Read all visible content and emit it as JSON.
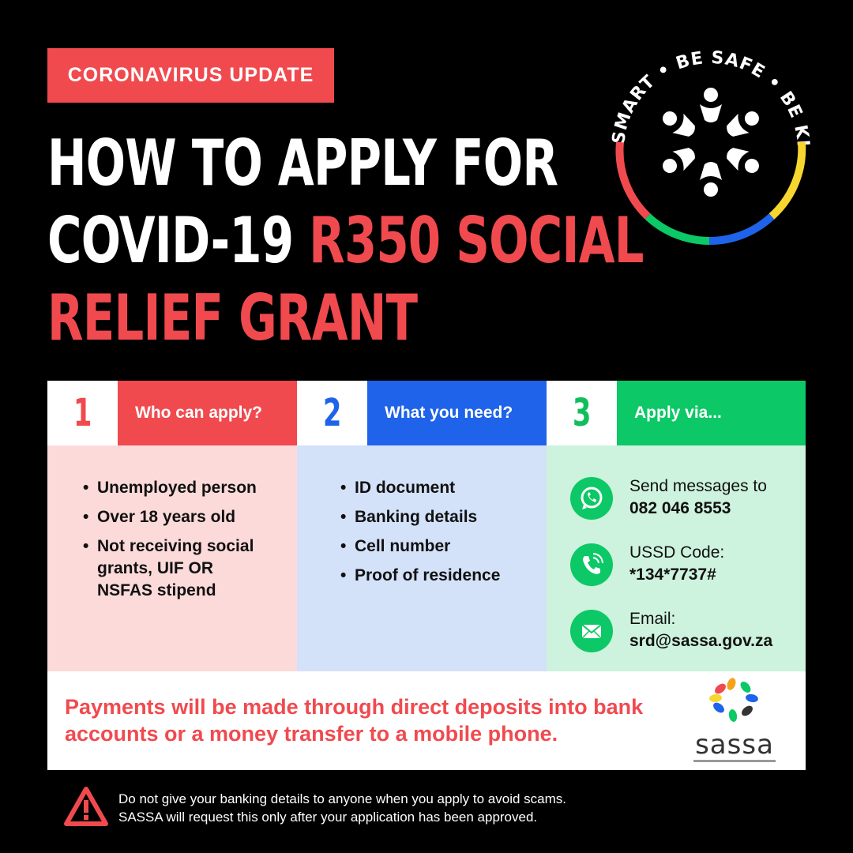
{
  "header": {
    "tag": "CORONAVIRUS UPDATE",
    "title_line1": "HOW TO APPLY FOR",
    "title_line2_white": "COVID-19 ",
    "title_line2_red": "R350 SOCIAL",
    "title_line3": "RELIEF GRANT"
  },
  "badge": {
    "ring_text": "BE SMART • BE SAFE • BE KIND"
  },
  "steps": [
    {
      "number": "1",
      "title": "Who can apply?",
      "items": [
        "Unemployed person",
        "Over 18 years old",
        "Not receiving social grants, UIF OR NSFAS stipend"
      ]
    },
    {
      "number": "2",
      "title": "What you need?",
      "items": [
        "ID document",
        "Banking details",
        "Cell number",
        "Proof of residence"
      ]
    },
    {
      "number": "3",
      "title": "Apply via...",
      "channels": [
        {
          "icon": "whatsapp-icon",
          "label": "Send messages to",
          "value": "082 046 8553"
        },
        {
          "icon": "phone-icon",
          "label": "USSD Code:",
          "value": "*134*7737#"
        },
        {
          "icon": "email-icon",
          "label": "Email:",
          "value": "srd@sassa.gov.za"
        }
      ]
    }
  ],
  "payment_notice": "Payments will be made through direct deposits into bank accounts or a money transfer to a mobile phone.",
  "logo": {
    "name": "sassa"
  },
  "warning": {
    "line1": "Do not give your banking details to anyone when you apply to avoid scams.",
    "line2": "SASSA will request this only after your application has been approved."
  },
  "colors": {
    "red": "#f04a4f",
    "blue": "#1e63e9",
    "green": "#0cc866",
    "yellow": "#f8d630"
  }
}
